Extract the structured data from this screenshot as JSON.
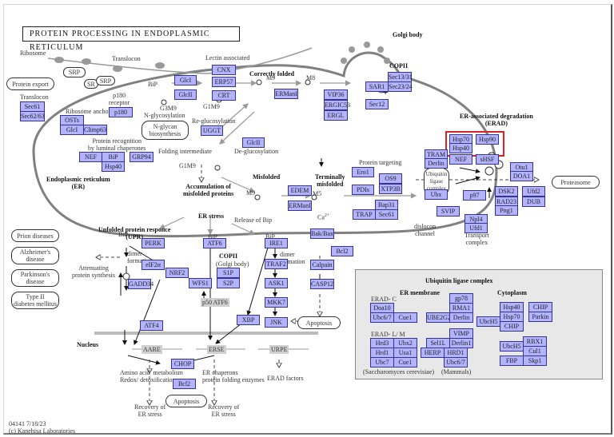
{
  "title": "PROTEIN PROCESSING IN ENDOPLASMIC RETICULUM",
  "footer": {
    "map_id": "04141 7/18/23",
    "copyright": "(c) Kanehisa Laboratories"
  },
  "colors": {
    "gene_fill": "#b3b3ff",
    "gene_border": "#333399",
    "highlight": "#dd2222",
    "membrane": "#808080",
    "complex_bg": "#e8e8e8"
  },
  "labels": {
    "ribosome": "Ribosome",
    "srp1": "SRP",
    "sr": "SR",
    "srp2": "SRP",
    "translocon_top": "Translocon",
    "p180_receptor": "p180\nreceptor",
    "ribosome_anchor": "Ribosome anchor",
    "translocon_left": "Translocon",
    "bip_top": "BiP",
    "g3m9": "G3M9",
    "n_glyc": "N-glycosylation",
    "lectin": "Lectin associated",
    "g1m9_a": "G1M9",
    "correctly_folded": "Correctly folded",
    "m9": "M9",
    "m8": "M8",
    "golgi": "Golgi body",
    "copii_top": "COPII",
    "reglu": "Re-glucosylation",
    "deglu": "De-glucosylation",
    "folding_int": "Folding intermediate",
    "g1m9_b": "G1M9",
    "recognition": "Protein recognition\nby luminal chaperones",
    "er_label": "Endoplasmic reticulum\n(ER)",
    "accum": "Accumulation of\nmisfolded proteins",
    "misfolded": "Misfolded",
    "m9b": "M9",
    "bip_mis": "BiP",
    "term_mis": "Terminally\nmisfolded",
    "m5": "M5",
    "bip_term": "BiP",
    "protein_targeting": "Protein targeting",
    "erad": "ER-associated degradation\n(ERAD)",
    "ubiquitin_ligase": "Ubiquitin\nligase\ncomplex",
    "dislocon": "dislocon\nchannel",
    "transport_complex": "Transport\ncomplex",
    "ub": "Ub",
    "upr": "Unfolded protein responce\n(UPR)",
    "er_stress": "ER stress",
    "release_bip": "Release of Bip",
    "ca": "Ca",
    "ca_sup": "2+",
    "bip_perk": "BiP",
    "bip_atf6": "BiP",
    "bip_ire1": "BiP",
    "dimer1": "dimer\nformation",
    "dimer2": "dimer\nformation",
    "p1": "+p",
    "p2": "+p",
    "attenuating": "Attenuating\nprotein synthesis",
    "copii_golgi": "COPII",
    "golgi_body": "(Golgi body)",
    "nucleus": "Nucleus",
    "aare": "AARE",
    "erse": "ERSE",
    "urpe": "URPE",
    "amino": "Amino acid  metabolism\nRedox/ detoxification",
    "er_chap": "ER chaperons\nprotein folding enzymes",
    "erad_factors": "ERAD factors",
    "recovery1": "Recovery of\nER stress",
    "recovery2": "Recovery of\nER stress",
    "ulc_title": "Ubiquitin ligase complex",
    "er_membrane": "ER membrane",
    "cytoplasm": "Cytoplasm",
    "erad_c": "ERAD- C",
    "erad_lm": "ERAD- L/ M",
    "yeast": "(Saccharomyces cerevisiae)",
    "mammals": "(Mammals)"
  },
  "round_boxes": {
    "protein_export": "Protein export",
    "n_glycan": "N-glycan\nbiosynthesis",
    "proteasome": "Proteasome",
    "prion": "Prion diseases",
    "alzheimer": "Alzheimer's\ndisease",
    "parkinson": "Parkinson's\ndisease",
    "diabetes": "Type II\ndiabetes mellitus",
    "apoptosis1": "Apoptosis",
    "apoptosis2": "Apoptosis"
  },
  "genes": {
    "sec61": "Sec61",
    "sec62": "Sec62/63",
    "p180": "p180",
    "osts": "OSTs",
    "glci_a": "GlcI",
    "climp63": "Climp63",
    "glci": "GlcI",
    "glcii": "GlcII",
    "cnx": "CNX",
    "erp57": "ERP57",
    "crt": "CRT",
    "ugcgt": "UGGT",
    "glcii_b": "GlcII",
    "ermani": "ERManI",
    "vip36": "VIP36",
    "ergic53": "ERGIC53",
    "ergl": "ERGL",
    "sar1": "SAR1",
    "sec12": "Sec12",
    "sec13": "Sec13/31",
    "sec23": "Sec23/24",
    "nef": "NEF",
    "bip": "BiP",
    "hsp40": "Hsp40",
    "grp94": "GRP94",
    "edem": "EDEM",
    "ermani_b": "ERManI",
    "ero1": "Ero1",
    "pdis": "PDIs",
    "os9": "OS9",
    "xtp3b": "XTP3B",
    "bap31": "Bap31",
    "trap": "TRAP",
    "sec61b": "Sec61",
    "hsp70_e": "Hsp70",
    "hsp90_e": "Hsp90",
    "hsp40_e": "Hsp40",
    "tram": "TRAM",
    "derlin": "Derlin",
    "nef_e": "NEF",
    "shsf": "sHSF",
    "ubx": "Ubx",
    "p97": "p97",
    "svip": "SVIP",
    "npl4": "Npl4",
    "ufd1": "Ufd1",
    "otu1": "Otu1",
    "doa1": "DOA1",
    "dsk2": "DSK2",
    "ufd2": "Ufd2",
    "rad23": "RAD23",
    "dub": "DUB",
    "png1": "Png1",
    "perk": "PERK",
    "eif2a": "eIF2α",
    "nrf2": "NRF2",
    "gadd34": "GADD34",
    "atf4": "ATF4",
    "atf6": "ATF6",
    "wfs1": "WFS1",
    "s1p": "S1P",
    "s2p": "S2P",
    "p50atf6": "p50 ATF6",
    "ire1": "IRE1",
    "traf2": "TRAF2",
    "ask1": "ASK1",
    "mkk7": "MKK7",
    "jnk": "JNK",
    "xbp": "XBP",
    "bakbax": "Bak/Bax",
    "bcl2": "Bcl2",
    "calpain": "Calpain",
    "casp12": "CASP12",
    "chop": "CHOP",
    "bcl2_n": "Bcl2",
    "doa10": "Doa10",
    "ubc67_a": "Ubc6/7",
    "cue1_a": "Cue1",
    "gp78": "gp78",
    "rma1": "RMA1",
    "ube2g2": "UBE2G2",
    "derlin_b": "Derlin",
    "hsp40_c": "Hsp40",
    "hsp70_c": "Hsp70",
    "chip_c": "CHIP",
    "ubch5_a": "UbcH5",
    "chip_b": "CHIP",
    "parkin": "Parkin",
    "hrd3": "Hrd3",
    "usa1": "Usa1",
    "ubx2": "Ubx2",
    "hrd1": "Hrd1",
    "ubc7": "Ubc7",
    "cue1_b": "Cue1",
    "vimp": "VIMP",
    "sel1l": "Sel1L",
    "derlin1": "Derlin1",
    "herp": "HERP",
    "hrd1_m": "HRD1",
    "ubc67_b": "Ubc6/7",
    "ubch5_b": "UbcH5",
    "rbx1": "RBX1",
    "cul1": "Cul1",
    "fbp": "FBP",
    "skp1": "Skp1"
  }
}
